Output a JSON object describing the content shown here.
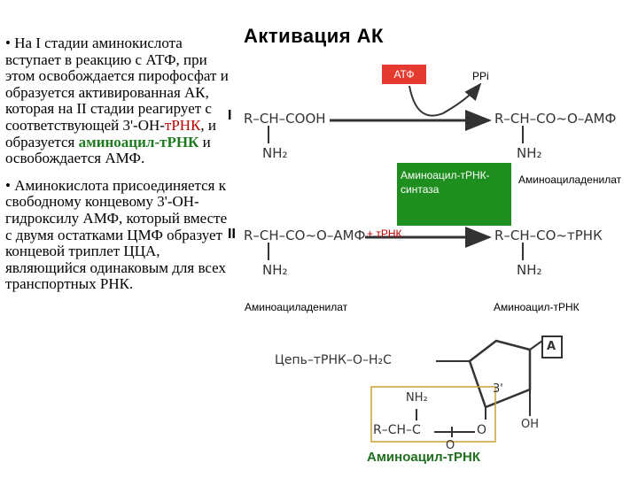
{
  "title": "Активация АК",
  "left_text": {
    "p1_part1": "• На I стадии аминокислота вступает в реакцию с АТФ, при этом освобождается пирофосфат и образуется активированная АК, которая на II стадии реагирует с соответствующей 3'-ОН-",
    "p1_trna": "тРНК",
    "p1_part2": ", и образуется ",
    "p1_product": "аминоацил-тРНК",
    "p1_part3": " и освобождается АМФ.",
    "p2": "• Аминокислота присоединяется к свободному концевому 3'-ОН-гидроксилу АМФ, который вместе с двумя остатками ЦМФ образует концевой триплет ЦЦА, являющийся одинаковым для всех транспортных РНК."
  },
  "reaction": {
    "stage1": "I",
    "stage2": "II",
    "amino_acid": "R–CH–COOH",
    "nh2": "NH₂",
    "adenylate": "R–CH–CO~O–АМФ",
    "aminoacyl_trna": "R–CH–CO~тРНК",
    "atp": "АТФ",
    "ppi": "PPi",
    "enzyme_line1": "Аминоацил-тРНК-",
    "enzyme_line2": "синтаза",
    "plus_trna": "+ тРНК",
    "aminoacyladenylate": "Аминоациладенилат",
    "aminoacyl_trna_label": "Аминоацил-тРНК"
  },
  "structure": {
    "chain": "Цепь–тРНК–O–H₂C",
    "base": "A",
    "prime3": "3'",
    "nh2": "NH₂",
    "acyl": "R–CH–C",
    "o": "O",
    "oh": "OH",
    "caption": "Аминоацил-тРНК"
  },
  "colors": {
    "atp_box": "#e53a2f",
    "enzyme_box": "#1e8f1e",
    "trna_text": "#c00000",
    "product_text": "#1f6f1f",
    "bracket": "#c8a23a"
  }
}
